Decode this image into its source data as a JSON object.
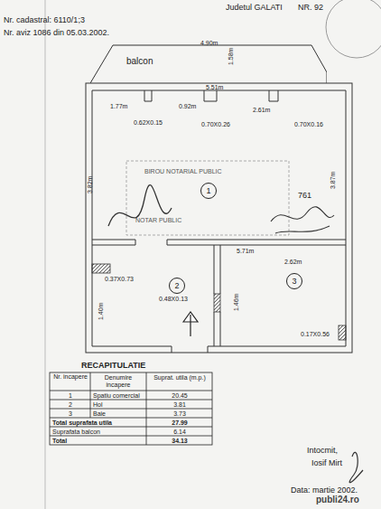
{
  "diagram": {
    "nodes": [
      {
        "text": [
          "balcon"
        ]
      },
      {
        "text": [
          "1"
        ]
      },
      {
        "text": [
          "2"
        ]
      },
      {
        "text": [
          "3"
        ]
      }
    ],
    "labels": [
      "Nr. cadastral: 6110/1;3",
      "Nr. aviz 1086 din 05.03.2002.",
      "Judetul GALATI",
      "NR. 92",
      "4.90m",
      "1.58m",
      "5.51m",
      "1.77m",
      "0.92m",
      "2.61m",
      "0.62X0.15",
      "0.70X0.26",
      "0.70X0.16",
      "3.82m",
      "3.87m",
      "BIROU NOTARIAL PUBLIC",
      "NOTAR PUBLIC",
      "761",
      "5.71m",
      "2.62m",
      "0.37X0.73",
      "0.48X0.13",
      "1.46m",
      "1.40m",
      "0.17X0.56",
      "RECAPITULATIE",
      "Nr. incapere",
      "Denumire incapere",
      "Suprat. utila (m.p.)",
      "1",
      "Spatiu comercial",
      "20.45",
      "2",
      "Hol",
      "3.81",
      "3",
      "Baie",
      "3.73",
      "Total suprafata utila",
      "27.99",
      "Suprafata balcon",
      "6.14",
      "Total",
      "34.13",
      "Intocmit,",
      "Iosif Mirt",
      "Data: martie 2002.",
      "publi24.ro"
    ]
  }
}
